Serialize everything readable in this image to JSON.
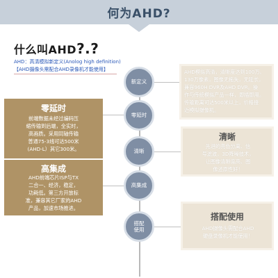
{
  "banner": {
    "title": "何为AHD?"
  },
  "heading": {
    "text": "什么叫AHD",
    "marks": "?.?"
  },
  "subtitle": "AHD：高清模拟新定义(Anolog high definition)",
  "note": "【AHD摄像头需配合AHD录像机才能使用】",
  "timeline": {
    "nodes": [
      {
        "label": "新定义"
      },
      {
        "label": "零延时"
      },
      {
        "label": "清晰"
      },
      {
        "label": "高集成"
      },
      {
        "label": "搭配\n使用"
      }
    ]
  },
  "cards": {
    "definition": {
      "lines": [
        "AHD模拟高清，清晰度达到100万、",
        "130万像素，图像无拖失，无延长，",
        "兼容960H DVR及AHD DVR。操",
        "作与传统模拟产品一样，即插即用。",
        "传输距离可达500米以上，价格接",
        "近模拟摄像机。"
      ]
    },
    "zero_delay": {
      "title": "零延时",
      "lines": [
        "前端数据未经过编码压",
        "缩传输到后端，全实时，",
        "高画质。采用同轴传输",
        "普通75-3线可达500米",
        "(AHD-L）其它300米。"
      ]
    },
    "clear": {
      "title": "清晰",
      "lines": [
        "先进的亮色分离、信",
        "号滤波，3D降噪技术，",
        "让图像清晰度高、图",
        "像还原性好！"
      ]
    },
    "integration": {
      "title": "高集成",
      "lines": [
        "AHD前端芯片ISP与TX",
        "二合一、经济，稳定，",
        "功耗低。第三方开放标",
        "准，兼容其它厂家的AHD",
        "产品，加速市场推进。"
      ]
    },
    "pairing": {
      "title": "搭配使用",
      "lines": [
        "AHD摄像头需配合AHD",
        "硬盘录像机才能使用！"
      ]
    }
  },
  "colors": {
    "banner": "#c7d0da",
    "node": "#7f8ea4",
    "dark_card": "#af9366",
    "light_card": "#ece4d6",
    "accent_text": "#2a58b8"
  }
}
